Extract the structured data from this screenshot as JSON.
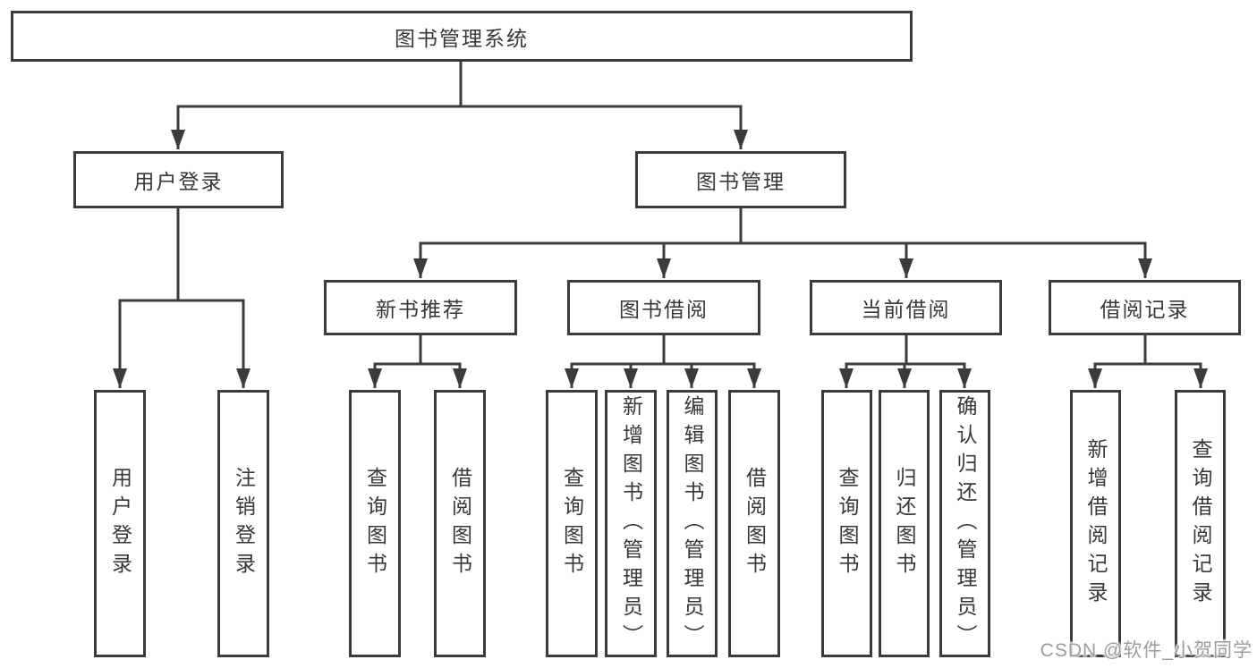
{
  "diagram": {
    "root": {
      "label": "图书管理系统"
    },
    "level2": [
      {
        "label": "用户登录"
      },
      {
        "label": "图书管理"
      }
    ],
    "level3": [
      {
        "label": "新书推荐",
        "parent": "图书管理"
      },
      {
        "label": "图书借阅",
        "parent": "图书管理"
      },
      {
        "label": "当前借阅",
        "parent": "图书管理"
      },
      {
        "label": "借阅记录",
        "parent": "图书管理"
      }
    ],
    "leaves": [
      {
        "label": "用户登录",
        "parent": "用户登录"
      },
      {
        "label": "注销登录",
        "parent": "用户登录"
      },
      {
        "label": "查询图书",
        "parent": "新书推荐"
      },
      {
        "label": "借阅图书",
        "parent": "新书推荐"
      },
      {
        "label": "查询图书",
        "parent": "图书借阅"
      },
      {
        "label": "新增图书（管理员）",
        "parent": "图书借阅"
      },
      {
        "label": "编辑图书（管理员）",
        "parent": "图书借阅"
      },
      {
        "label": "借阅图书",
        "parent": "图书借阅"
      },
      {
        "label": "查询图书",
        "parent": "当前借阅"
      },
      {
        "label": "归还图书",
        "parent": "当前借阅"
      },
      {
        "label": "确认归还（管理员）",
        "parent": "当前借阅"
      },
      {
        "label": "新增借阅记录",
        "parent": "借阅记录"
      },
      {
        "label": "查询借阅记录",
        "parent": "借阅记录"
      }
    ]
  },
  "watermark": {
    "text": "CSDN @软件_小贺同学"
  },
  "colors": {
    "line": "#3b3b3b",
    "text": "#383838",
    "background": "#ffffff",
    "watermark_text": "#9c9c9c"
  }
}
